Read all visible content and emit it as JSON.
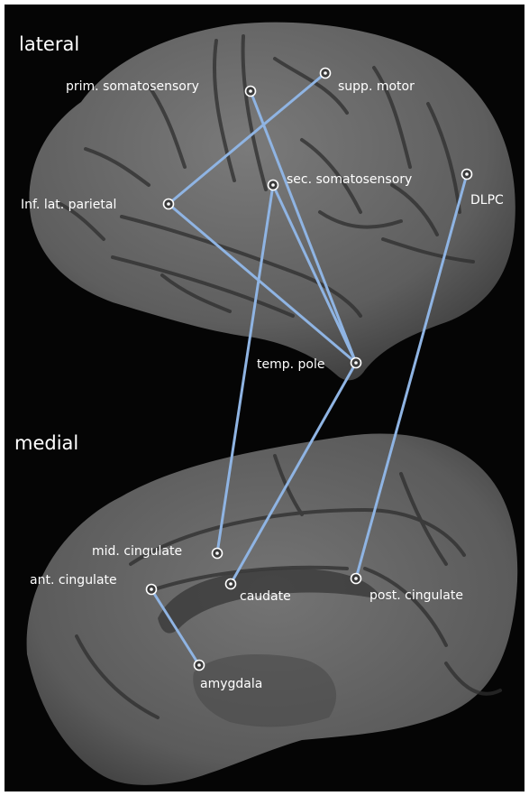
{
  "figure": {
    "sections": {
      "lateral": "lateral",
      "medial": "medial"
    },
    "colors": {
      "background": "#050505",
      "brain": "#6a6a6a",
      "brain_shadow": "#3a3a3a",
      "sulcus": "#2b2b2b",
      "connection": "#8fb4e3",
      "label": "#ffffff"
    },
    "regions": {
      "prim_somatosensory": "prim. somatosensory",
      "supp_motor": "supp. motor",
      "sec_somatosensory": "sec. somatosensory",
      "inf_lat_parietal": "Inf. lat. parietal",
      "dlpc": "DLPC",
      "temp_pole": "temp. pole",
      "mid_cingulate": "mid. cingulate",
      "ant_cingulate": "ant. cingulate",
      "caudate": "caudate",
      "post_cingulate": "post. cingulate",
      "amygdala": "amygdala"
    },
    "connections": [
      [
        "inf_lat_parietal",
        "supp_motor"
      ],
      [
        "inf_lat_parietal",
        "temp_pole"
      ],
      [
        "prim_somatosensory",
        "temp_pole"
      ],
      [
        "sec_somatosensory",
        "temp_pole"
      ],
      [
        "sec_somatosensory",
        "mid_cingulate"
      ],
      [
        "temp_pole",
        "caudate"
      ],
      [
        "dlpc",
        "post_cingulate"
      ],
      [
        "ant_cingulate",
        "amygdala"
      ]
    ]
  }
}
